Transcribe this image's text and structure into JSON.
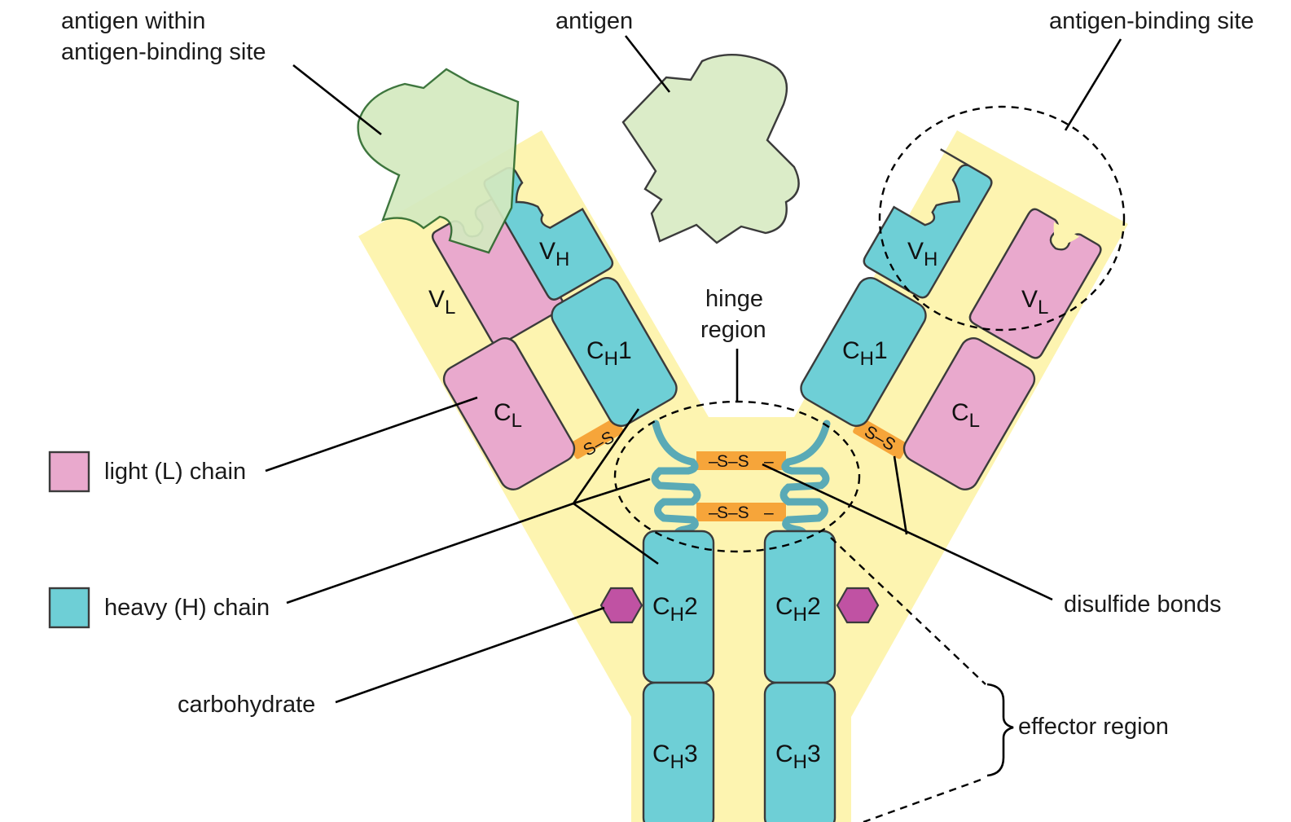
{
  "labels": {
    "antigen_within_line1": "antigen within",
    "antigen_within_line2": "antigen-binding site",
    "antigen": "antigen",
    "antigen_binding_site": "antigen-binding site",
    "hinge_line1": "hinge",
    "hinge_line2": "region",
    "light_chain": "light (L) chain",
    "heavy_chain": "heavy (H) chain",
    "carbohydrate": "carbohydrate",
    "disulfide_bonds": "disulfide bonds",
    "effector_region": "effector region"
  },
  "domains": {
    "vh": {
      "main": "V",
      "sub": "H",
      "tail": ""
    },
    "vl": {
      "main": "V",
      "sub": "L",
      "tail": ""
    },
    "cl": {
      "main": "C",
      "sub": "L",
      "tail": ""
    },
    "ch1": {
      "main": "C",
      "sub": "H",
      "tail": "1"
    },
    "ch2": {
      "main": "C",
      "sub": "H",
      "tail": "2"
    },
    "ch3": {
      "main": "C",
      "sub": "H",
      "tail": "3"
    }
  },
  "bond_text": "S–S",
  "colors": {
    "light_chain": "#e9a9cd",
    "heavy_chain": "#6ecfd6",
    "background_region": "#fdf4b0",
    "antigen": "#dbecc8",
    "carbohydrate": "#c052a3",
    "disulfide": "#f6a53a"
  }
}
